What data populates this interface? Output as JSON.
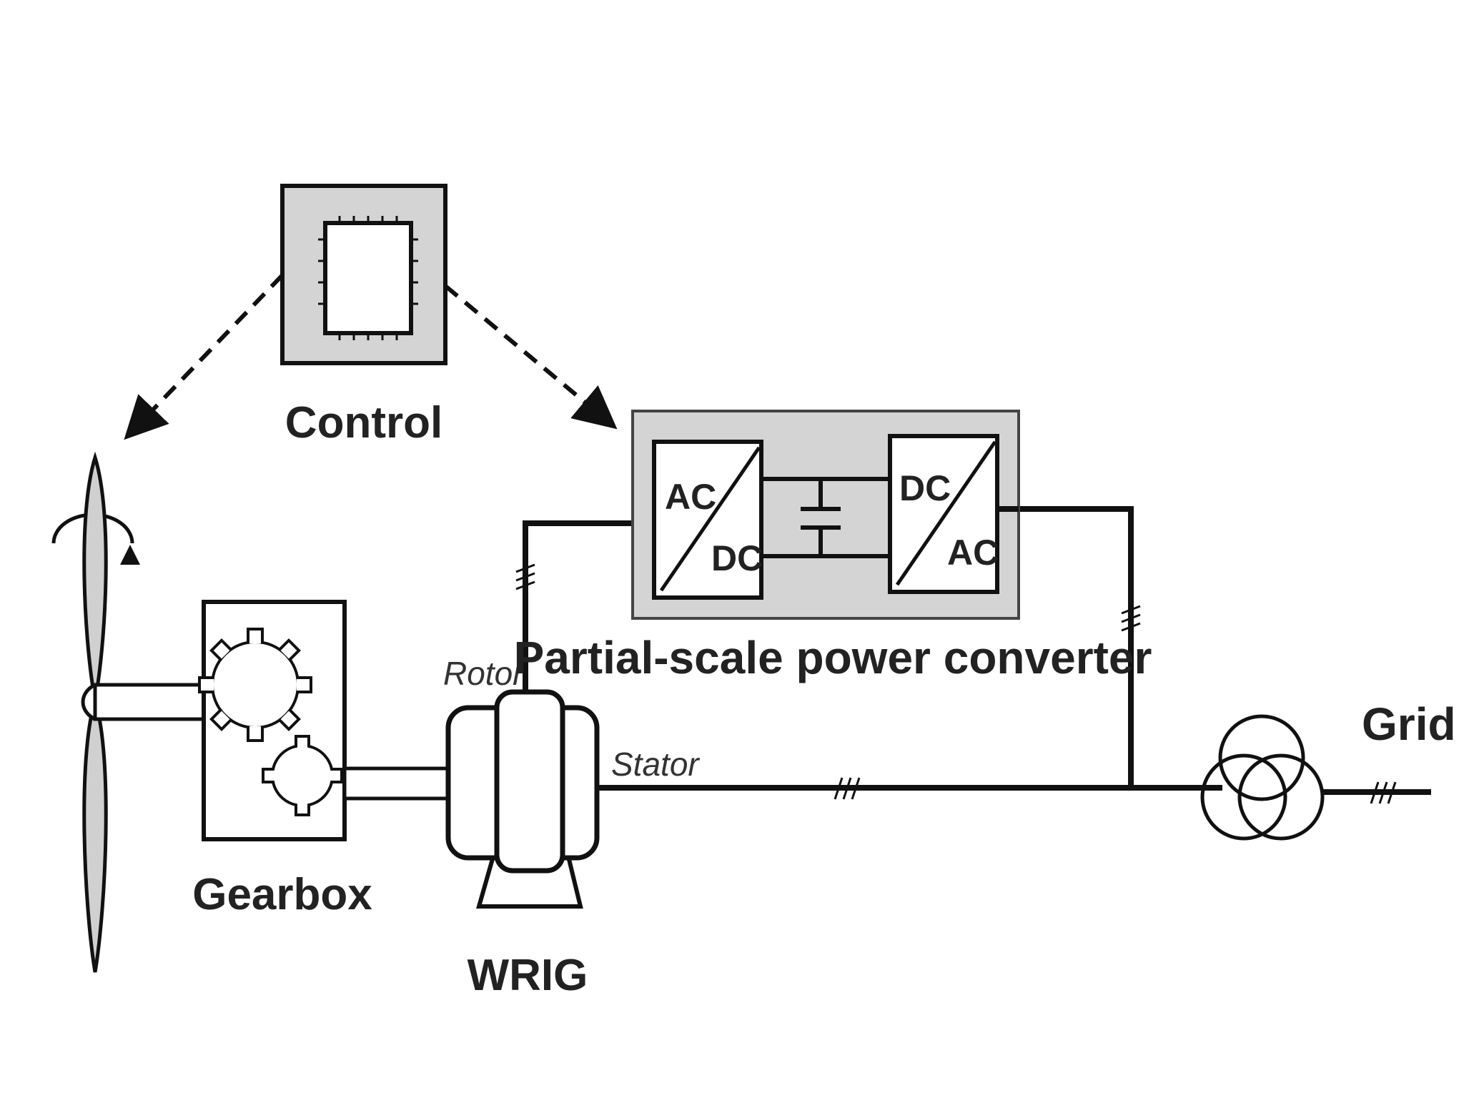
{
  "labels": {
    "control": "Control",
    "gearbox": "Gearbox",
    "generator": "WRIG",
    "rotor": "Rotor",
    "stator": "Stator",
    "converter": "Partial-scale power converter",
    "grid": "Grid",
    "rectifier_ac": "AC",
    "rectifier_dc": "DC",
    "inverter_dc": "DC",
    "inverter_ac": "AC"
  },
  "colors": {
    "stroke": "#111111",
    "fill_gray": "#d4d4d4",
    "blade": "#d0d0d0",
    "text": "#222222"
  }
}
